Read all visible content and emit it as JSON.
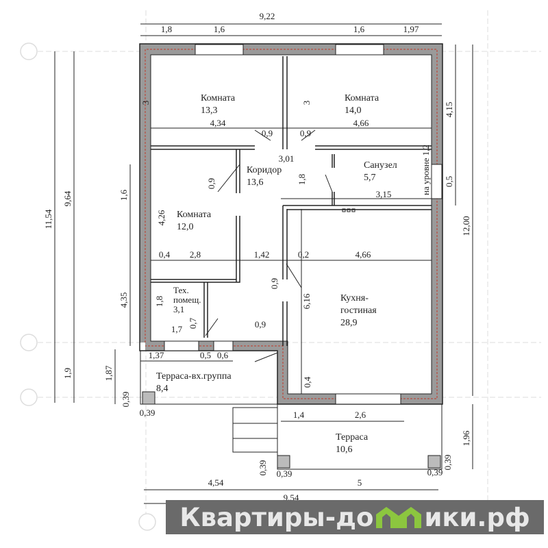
{
  "rooms": [
    {
      "name": "Комната",
      "area": "13,3"
    },
    {
      "name": "Комната",
      "area": "14,0"
    },
    {
      "name": "Коридор",
      "area": "13,6"
    },
    {
      "name": "Санузел",
      "area": "5,7"
    },
    {
      "name": "Комната",
      "area": "12,0"
    },
    {
      "name": "Тех.",
      "name2": "помещ.",
      "area": "3,1"
    },
    {
      "name": "Кухня-",
      "name2": "гостиная",
      "area": "28,9"
    },
    {
      "name": "Терраса-вх.группа",
      "area": "8,4"
    },
    {
      "name": "Терраса",
      "area": "10,6"
    }
  ],
  "note": "на уровне 1,2",
  "dims": [
    "9,22",
    "1,8",
    "1,6",
    "1,6",
    "1,97",
    "11,54",
    "9,64",
    "1,6",
    "4,35",
    "1,9",
    "1,87",
    "0,39",
    "0,39",
    "4,15",
    "0,5",
    "12,00",
    "1,96",
    "0,39",
    "0,39",
    "3",
    "4,34",
    "3",
    "4,66",
    "0,9",
    "0,9",
    "3,01",
    "0,9",
    "1,8",
    "3,15",
    "4,26",
    "0,4",
    "2,8",
    "1,42",
    "0,2",
    "4,66",
    "0,9",
    "6,16",
    "1,8",
    "1,7",
    "0,7",
    "0,9",
    "1,37",
    "0,5",
    "0,6",
    "0,4",
    "1,4",
    "2,6",
    "0,39",
    "0,39",
    "4,54",
    "5",
    "9,54"
  ],
  "watermark": {
    "left": "Квартиры-до",
    "right": "ики.рф",
    "house_color": "#8cc63f"
  }
}
